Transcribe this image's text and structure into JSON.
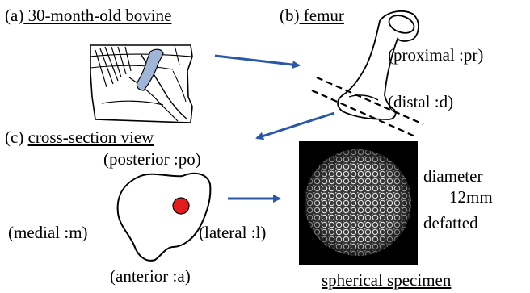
{
  "panel_a": {
    "prefix": "(a)",
    "title": " 30-month-old bovine"
  },
  "panel_b": {
    "prefix": "(b)",
    "title": " femur",
    "proximal": "(proximal :pr)",
    "distal": "(distal :d)"
  },
  "panel_c": {
    "prefix": "(c)",
    "title": "cross-section view",
    "posterior": "(posterior :po)",
    "medial": "(medial :m)",
    "lateral": "(lateral :l)",
    "anterior": "(anterior :a)"
  },
  "specimen": {
    "diameter": "diameter",
    "size": "12mm",
    "treatment": "defatted",
    "caption": "spherical specimen"
  },
  "colors": {
    "arrow": "#2b57a8",
    "highlight_bone": "#9fb6d9",
    "marker": "#e31b1b"
  }
}
